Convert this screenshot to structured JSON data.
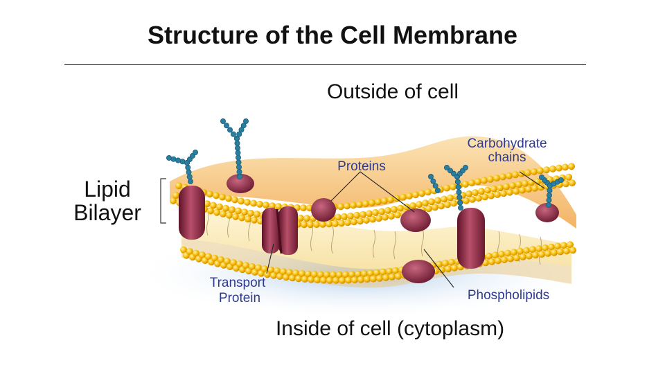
{
  "slide": {
    "title": "Structure of the Cell Membrane"
  },
  "diagram": {
    "outside_label": "Outside of cell",
    "inside_label": "Inside of cell (cytoplasm)",
    "lipid_bilayer": {
      "line1": "Lipid",
      "line2": "Bilayer"
    },
    "proteins_label": "Proteins",
    "carbohydrate_chains": {
      "line1": "Carbohydrate",
      "line2": "chains"
    },
    "transport_protein": {
      "line1": "Transport",
      "line2": "Protein"
    },
    "phospholipids_label": "Phospholipids"
  },
  "colors": {
    "label_blue": "#2f3a8f",
    "phospholipid_head": "#f5b800",
    "membrane_top": "#f7c87a",
    "protein": "#8c2a44",
    "carbohydrate": "#2a7fa0",
    "cytoplasm_blue": "#bcd6ee"
  }
}
